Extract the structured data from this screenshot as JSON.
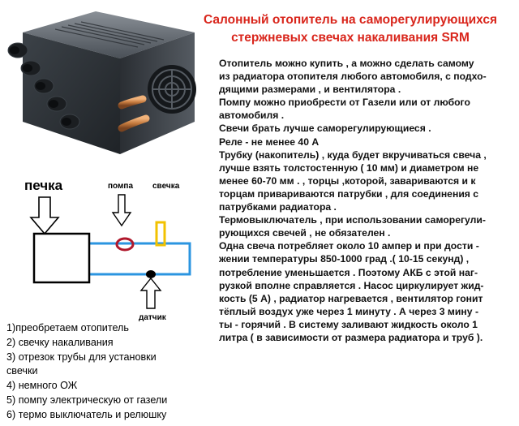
{
  "title": {
    "line1": "Салонный отопитель на саморегулирующихся",
    "line2": "стержневых  свечах накаливания SRM"
  },
  "body_lines": [
    "Отопитель можно купить , а можно сделать самому",
    "из радиатора отопителя любого автомобиля, с подхо-",
    "дящими размерами , и вентилятора .",
    "Помпу можно приобрести от Газели или от любого",
    "автомобиля .",
    "Свечи брать лучше саморегулирующиеся .",
    "Реле - не менее 40 А",
    "Трубку (накопитель) , куда будет вкручиваться свеча ,",
    " лучше взять толстостенную ( 10 мм) и диаметром не",
    "менее 60-70 мм . , торцы ,которой, завариваются и к",
    "торцам привариваются патрубки , для соединения с",
    "патрубками радиатора .",
    "Термовыключатель , при использовании саморегули-",
    "рующихся свечей , не обязателен .",
    "Одна свеча потребляет около 10 ампер и при дости -",
    "жении температуры 850-1000 град .( 10-15 секунд) ,",
    "потребление уменьшается . Поэтому АКБ с этой наг-",
    "рузкой вполне справляется . Насос циркулирует жид-",
    "кость (5 А) , радиатор нагревается , вентилятор гонит",
    "тёплый воздух уже через 1 минуту . А через 3 мину -",
    "ты - горячий . В систему заливают жидкость около 1",
    "литра ( в зависимости от размера радиатора и труб )."
  ],
  "diagram": {
    "heater_label": "печка",
    "pump_label": "помпа",
    "plug_label": "свечка",
    "sensor_label": "датчик"
  },
  "parts_list": [
    "1)преобретаем отопитель",
    "2) свечку накаливания",
    "3) отрезок трубы для установки",
    "свечки",
    "4) немного ОЖ",
    "5) помпу электрическую от газели",
    "6) термо выключатель и релюшку"
  ],
  "colors": {
    "title": "#d9261c",
    "pipe": "#2b95e0",
    "pump": "#b0182c",
    "plug": "#f2c200",
    "heater_body": "#2d3238",
    "copper": "#c47a3e"
  },
  "icons": {
    "photo": "heater-photo",
    "down_arrow": "outline-down-arrow-icon",
    "up_arrow": "outline-up-arrow-icon"
  }
}
